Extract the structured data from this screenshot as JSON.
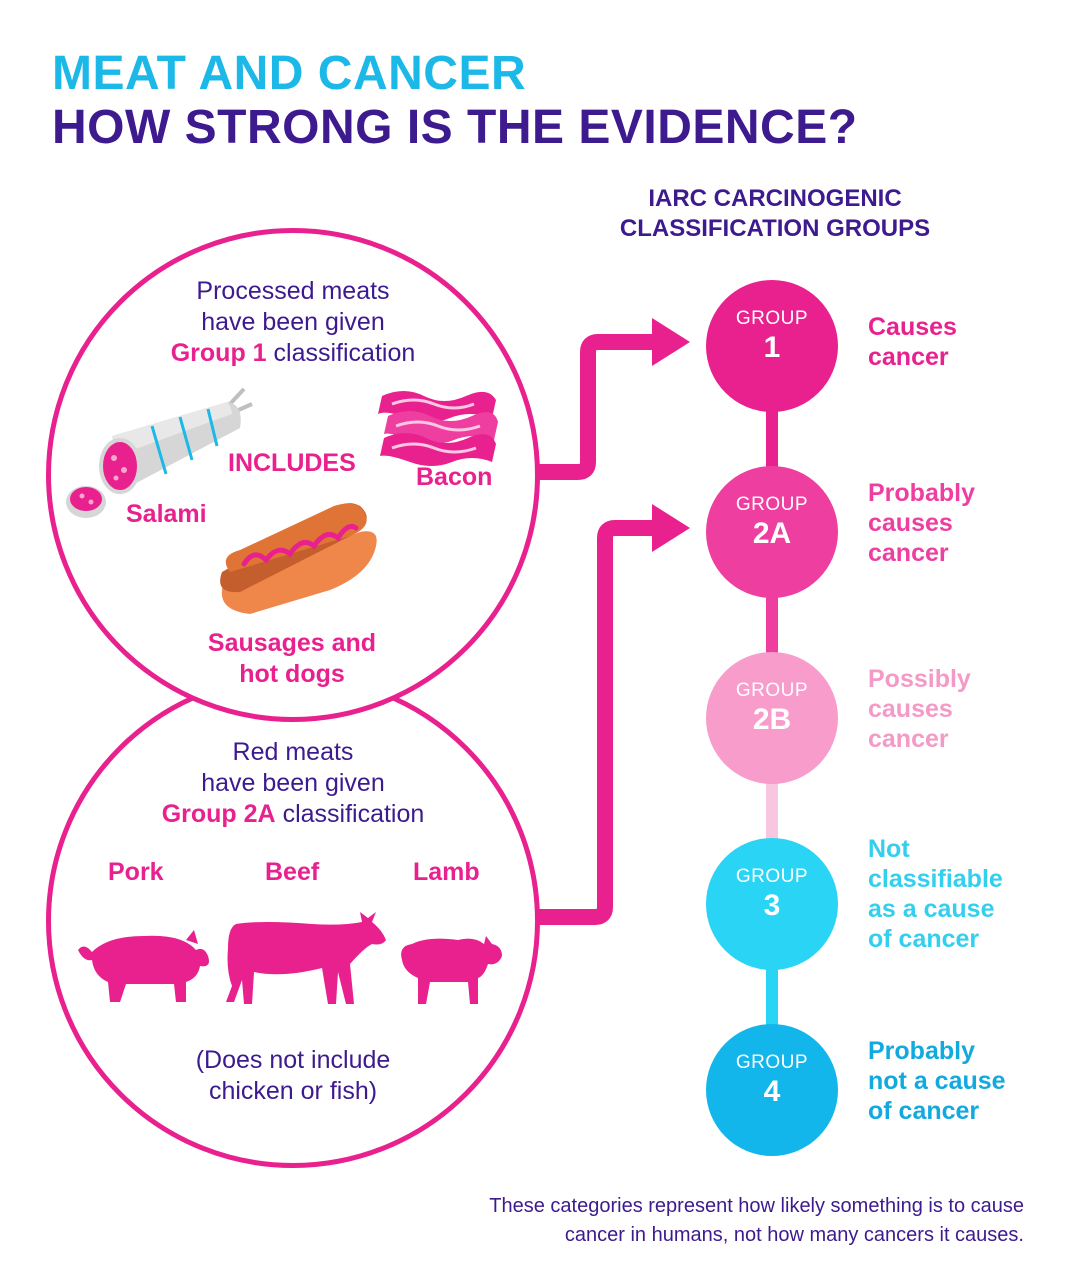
{
  "title": {
    "line1": "MEAT AND CANCER",
    "line2": "HOW STRONG IS THE EVIDENCE?"
  },
  "iarc_heading": {
    "line1": "IARC CARCINOGENIC",
    "line2": "CLASSIFICATION GROUPS"
  },
  "processed": {
    "line1": "Processed meats",
    "line2": "have been given",
    "group_label": "Group 1",
    "classification": "classification",
    "includes": "INCLUDES",
    "items": {
      "salami": "Salami",
      "bacon": "Bacon",
      "sausages_line1": "Sausages and",
      "sausages_line2": "hot dogs"
    }
  },
  "red": {
    "line1": "Red meats",
    "line2": "have been given",
    "group_label": "Group 2A",
    "classification": "classification",
    "items": {
      "pork": "Pork",
      "beef": "Beef",
      "lamb": "Lamb"
    },
    "note_line1": "(Does not include",
    "note_line2": "chicken or fish)"
  },
  "groups": [
    {
      "word": "GROUP",
      "number": "1",
      "color": "#e8218f",
      "text_color": "#e8218f",
      "desc": [
        "Causes",
        "cancer"
      ]
    },
    {
      "word": "GROUP",
      "number": "2A",
      "color": "#ee3fa0",
      "text_color": "#ee3fa0",
      "desc": [
        "Probably",
        "causes",
        "cancer"
      ]
    },
    {
      "word": "GROUP",
      "number": "2B",
      "color": "#f79ccb",
      "text_color": "#f39ac7",
      "desc": [
        "Possibly",
        "causes",
        "cancer"
      ]
    },
    {
      "word": "GROUP",
      "number": "3",
      "color": "#2ad4f5",
      "text_color": "#33cfee",
      "desc": [
        "Not",
        "classifiable",
        "as a cause",
        "of cancer"
      ]
    },
    {
      "word": "GROUP",
      "number": "4",
      "color": "#12b6ea",
      "text_color": "#12a9df",
      "desc": [
        "Probably",
        "not a cause",
        "of cancer"
      ]
    }
  ],
  "footer": {
    "line1": "These categories represent how likely something is to cause",
    "line2": "cancer in humans, not how many cancers it causes."
  },
  "colors": {
    "magenta": "#e8218f",
    "purple": "#3d1a8e",
    "cyan": "#1bb8e8"
  },
  "icons": [
    "salami-icon",
    "bacon-icon",
    "hot-dog-icon",
    "pig-icon",
    "cow-icon",
    "lamb-icon",
    "arrow-icon"
  ]
}
